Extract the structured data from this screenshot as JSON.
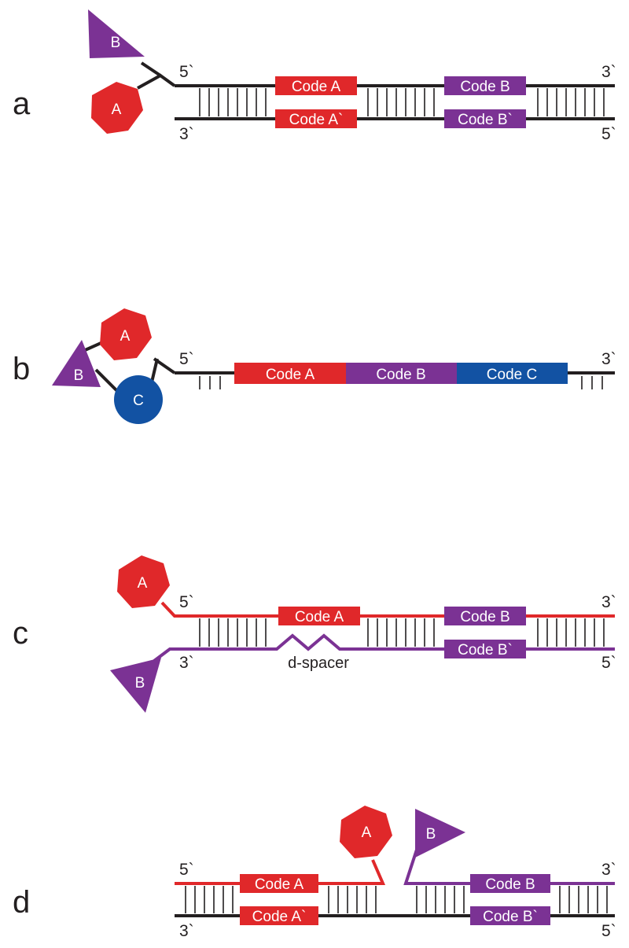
{
  "colors": {
    "black": "#231f20",
    "red": "#e0282a",
    "purple": "#7b3294",
    "blue": "#1252a3",
    "white": "#ffffff"
  },
  "panels": {
    "a": {
      "label": "a",
      "top_5": "5`",
      "top_3": "3`",
      "bottom_3": "3`",
      "bottom_5": "5`",
      "code_a": "Code A",
      "code_a_prime": "Code A`",
      "code_b": "Code B",
      "code_b_prime": "Code B`",
      "node_a": "A",
      "node_b": "B"
    },
    "b": {
      "label": "b",
      "top_5": "5`",
      "top_3": "3`",
      "code_a": "Code A",
      "code_b": "Code B",
      "code_c": "Code C",
      "node_a": "A",
      "node_b": "B",
      "node_c": "C"
    },
    "c": {
      "label": "c",
      "top_5": "5`",
      "top_3": "3`",
      "bottom_3": "3`",
      "bottom_5": "5`",
      "code_a": "Code A",
      "code_b": "Code B",
      "code_b_prime": "Code B`",
      "spacer": "d-spacer",
      "node_a": "A",
      "node_b": "B"
    },
    "d": {
      "label": "d",
      "top_5": "5`",
      "top_3": "3`",
      "bottom_3": "3`",
      "bottom_5": "5`",
      "code_a": "Code A",
      "code_a_prime": "Code A`",
      "code_b": "Code B",
      "code_b_prime": "Code B`",
      "node_a": "A",
      "node_b": "B"
    }
  }
}
